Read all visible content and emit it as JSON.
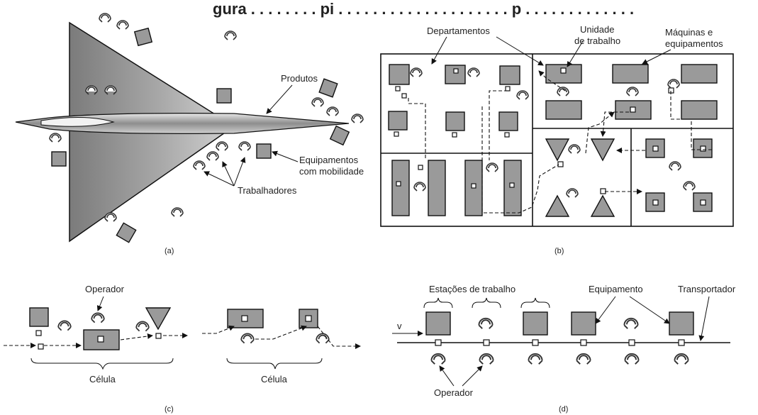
{
  "figure": {
    "title_fragment": "gura . . . . . . . . pi . . . . . . . . . . . . . . . . . . . . p . . . . . . . . . . . . ."
  },
  "panel_a": {
    "caption": "(a)",
    "labels": {
      "produtos": "Produtos",
      "equipamentos_line1": "Equipamentos",
      "equipamentos_line2": "com mobilidade",
      "trabalhadores": "Trabalhadores"
    }
  },
  "panel_b": {
    "caption": "(b)",
    "labels": {
      "departamentos": "Departamentos",
      "unidade_line1": "Unidade",
      "unidade_line2": "de trabalho",
      "maquinas_line1": "Máquinas e",
      "maquinas_line2": "equipamentos"
    }
  },
  "panel_c": {
    "caption": "(c)",
    "labels": {
      "operador": "Operador",
      "celula_1": "Célula",
      "celula_2": "Célula"
    }
  },
  "panel_d": {
    "caption": "(d)",
    "labels": {
      "estacoes": "Estações de trabalho",
      "equipamento": "Equipamento",
      "transportador": "Transportador",
      "velocity": "v",
      "operador": "Operador"
    }
  }
}
